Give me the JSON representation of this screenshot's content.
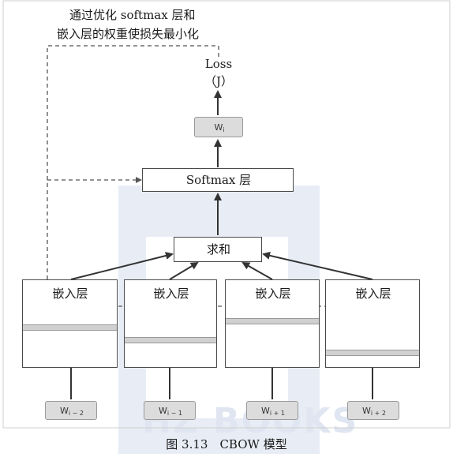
{
  "annotation": {
    "line1": "通过优化 softmax 层和",
    "line2": "嵌入层的权重使损失最小化"
  },
  "loss": {
    "label": "Loss",
    "symbol": "（J）"
  },
  "output_node": {
    "base": "W",
    "sub": "i"
  },
  "softmax_box": {
    "label": "Softmax 层"
  },
  "sum_box": {
    "label": "求和"
  },
  "embedding_layers": [
    {
      "label": "嵌入层"
    },
    {
      "label": "嵌入层"
    },
    {
      "label": "嵌入层"
    },
    {
      "label": "嵌入层"
    }
  ],
  "input_nodes": [
    {
      "base": "W",
      "sub": "i − 2"
    },
    {
      "base": "W",
      "sub": "i − 1"
    },
    {
      "base": "W",
      "sub": "i + 1"
    },
    {
      "base": "W",
      "sub": "i + 2"
    }
  ],
  "watermark": {
    "text": "HZ BOOKS"
  },
  "caption": {
    "text": "图 3.13　CBOW 模型"
  },
  "colors": {
    "line": "#333333",
    "dashed": "#555555",
    "node_fill": "#dcdcdc",
    "watermark": "#e8edf5"
  }
}
